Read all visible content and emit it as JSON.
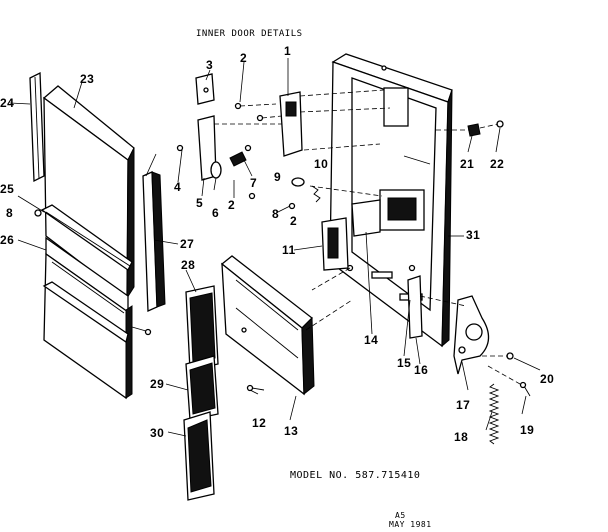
{
  "title": "INNER DOOR DETAILS",
  "model": "MODEL NO. 587.715410",
  "footer": {
    "code": "A5",
    "date": "MAY 1981"
  },
  "callouts": {
    "c1": "1",
    "c2a": "2",
    "c2b": "2",
    "c2c": "2",
    "c3": "3",
    "c4": "4",
    "c5": "5",
    "c6": "6",
    "c7": "7",
    "c8a": "8",
    "c8b": "8",
    "c9": "9",
    "c10": "10",
    "c11": "11",
    "c12": "12",
    "c13": "13",
    "c14": "14",
    "c15": "15",
    "c16": "16",
    "c17": "17",
    "c18": "18",
    "c19": "19",
    "c20": "20",
    "c21": "21",
    "c22": "22",
    "c23": "23",
    "c24": "24",
    "c25": "25",
    "c26": "26",
    "c27": "27",
    "c28": "28",
    "c29": "29",
    "c30": "30",
    "c31": "31"
  }
}
